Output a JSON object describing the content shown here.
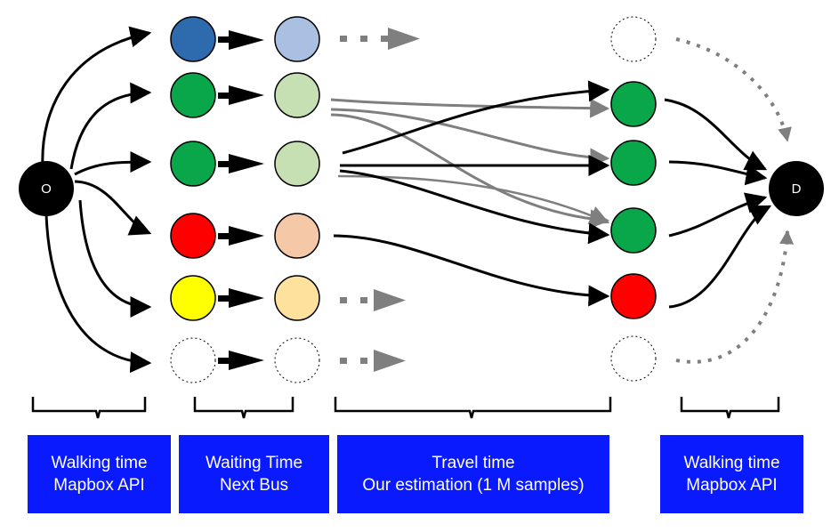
{
  "origin": {
    "label": "O",
    "color": "#000000"
  },
  "destination": {
    "label": "D",
    "color": "#000000"
  },
  "routes": [
    {
      "color": "#2e6aae",
      "waiting_color": "#a9c0e3",
      "next": "continues",
      "dest_color": null
    },
    {
      "color": "#0aa74a",
      "waiting_color": "#c6e0b4",
      "next": "flows",
      "dest_color": "#0aa74a"
    },
    {
      "color": "#0aa74a",
      "waiting_color": "#c6e0b4",
      "next": "flows",
      "dest_color": "#0aa74a"
    },
    {
      "color": "#ff0000",
      "waiting_color": "#f5c8a8",
      "next": "flows",
      "dest_color": "#0aa74a"
    },
    {
      "color": "#ffff00",
      "waiting_color": "#fde19c",
      "next": "continues",
      "dest_color": "#ff0000"
    },
    {
      "color": null,
      "waiting_color": null,
      "next": "continues",
      "dest_color": null
    }
  ],
  "legend": [
    {
      "line1": "Walking time",
      "line2": "Mapbox API"
    },
    {
      "line1": "Waiting Time",
      "line2": "Next Bus"
    },
    {
      "line1": "Travel time",
      "line2": "Our estimation (1 M samples)"
    },
    {
      "line1": "Walking time",
      "line2": "Mapbox API"
    }
  ],
  "colors": {
    "arrow_black": "#000000",
    "arrow_gray": "#7f7f7f",
    "legend_bg": "#0a1aff"
  }
}
